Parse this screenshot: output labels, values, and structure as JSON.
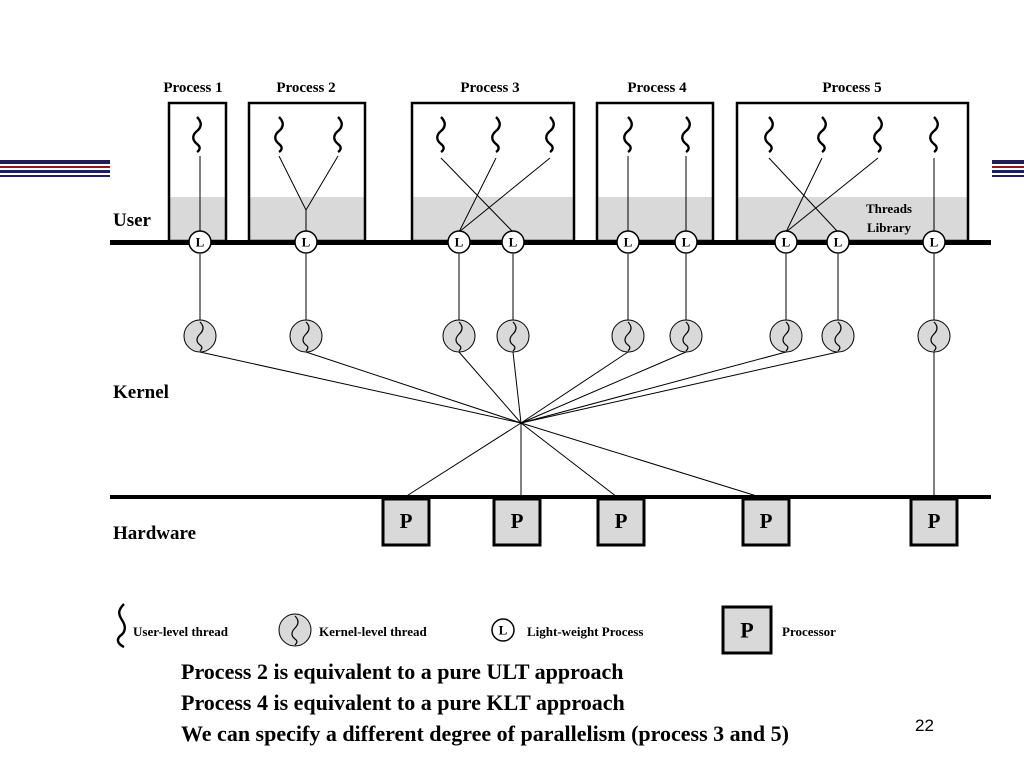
{
  "layers": {
    "user": "User",
    "kernel": "Kernel",
    "hardware": "Hardware"
  },
  "processes": [
    {
      "title": "Process 1"
    },
    {
      "title": "Process 2"
    },
    {
      "title": "Process 3"
    },
    {
      "title": "Process 4"
    },
    {
      "title": "Process 5"
    }
  ],
  "threads_library": [
    "Threads",
    "Library"
  ],
  "lwp_symbol": "L",
  "processor_symbol": "P",
  "legend": {
    "user_thread": "User-level thread",
    "kernel_thread": "Kernel-level thread",
    "lwp": "Light-weight Process",
    "lwp_symbol": "L",
    "processor": "Processor",
    "processor_symbol": "P"
  },
  "notes": [
    "Process 2 is equivalent to a pure ULT approach",
    "Process 4 is equivalent to a pure KLT approach",
    "We can specify a different degree of parallelism (process 3 and 5)"
  ],
  "page_number": "22",
  "colors": {
    "shade": "#d9d9d9",
    "accent_navy": "#1f1f5c",
    "accent_red": "#8b1a1a"
  }
}
